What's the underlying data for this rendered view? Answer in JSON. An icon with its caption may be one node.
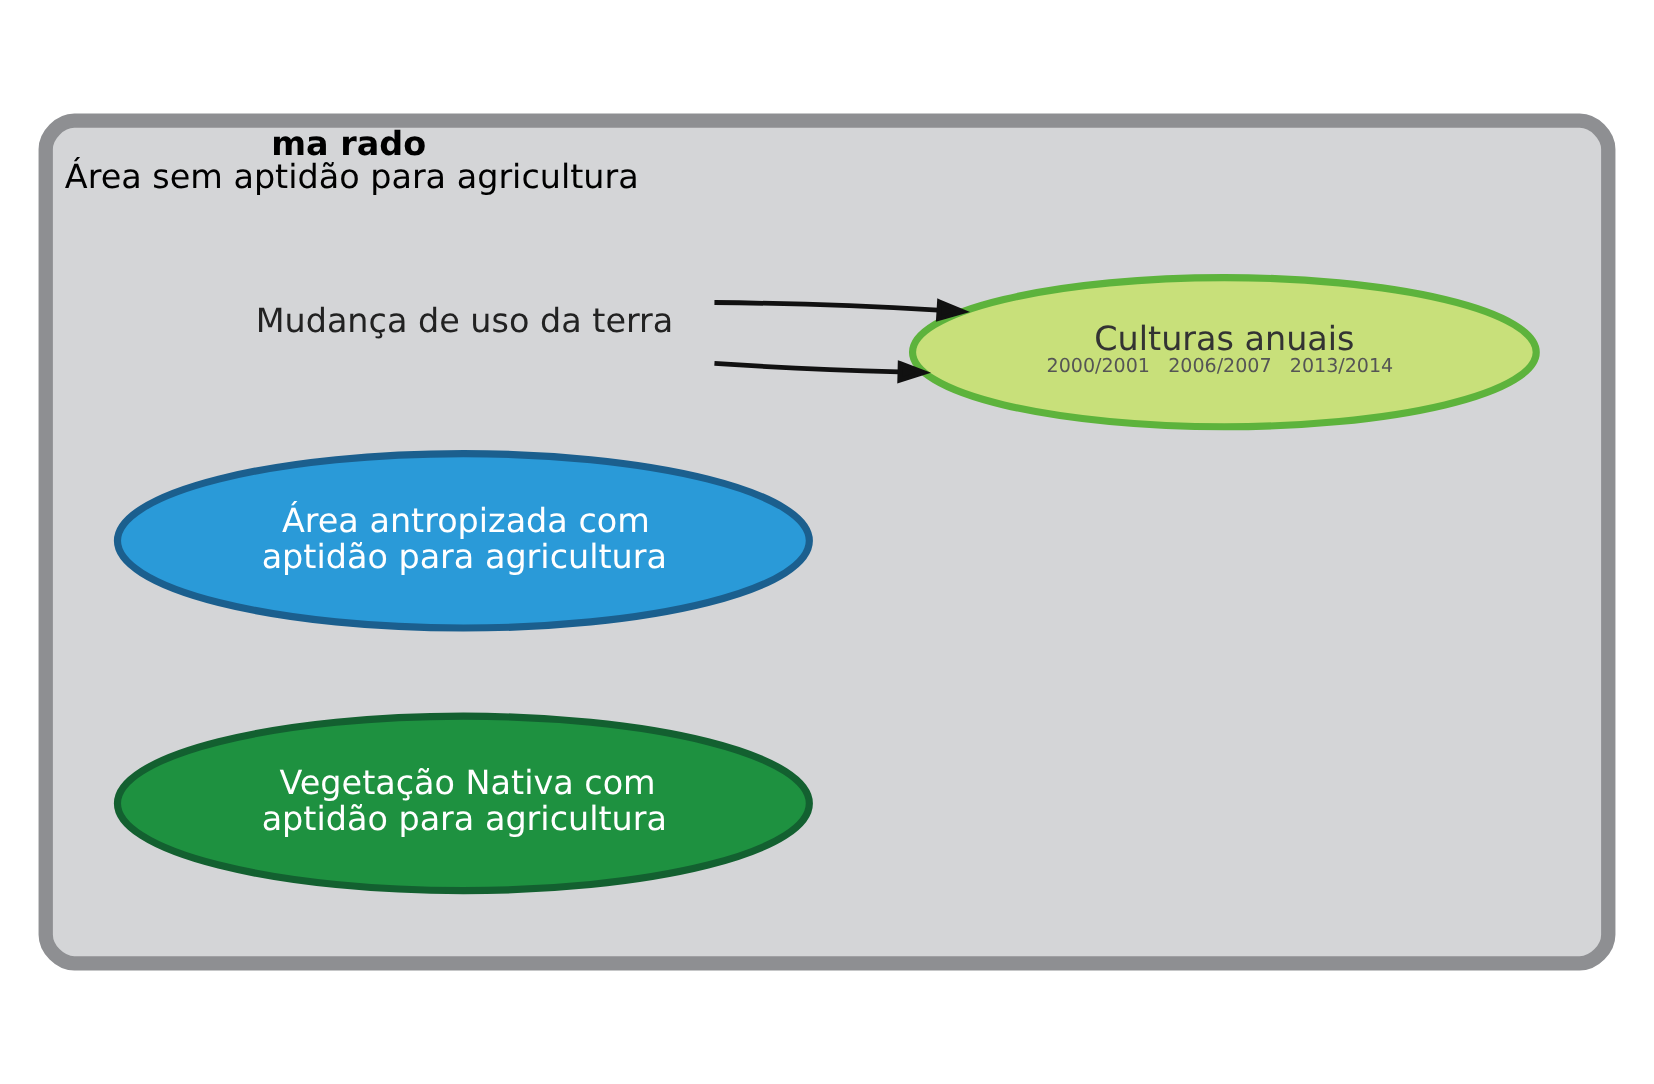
{
  "diagram": {
    "nodes": [
      {
        "text": [
          "ma rado",
          "Área sem aptidão para agricultura"
        ]
      },
      {
        "text": [
          "Culturas anuais",
          "2000/2001",
          "2006/2007",
          "2013/2014"
        ],
        "in": 0
      },
      {
        "text": [
          "Mudança de uso da terra"
        ],
        "in": 0
      },
      {
        "text": [
          "Área antropizada com aptidão para agricultura"
        ],
        "in": 0
      },
      {
        "text": [
          "Vegetação Nativa com aptidão para agricultura"
        ],
        "in": 0
      }
    ],
    "edges": [
      {
        "from": 2,
        "to": 1,
        "arrow": "to"
      },
      {
        "from": 2,
        "to": 1,
        "arrow": "to"
      }
    ]
  }
}
